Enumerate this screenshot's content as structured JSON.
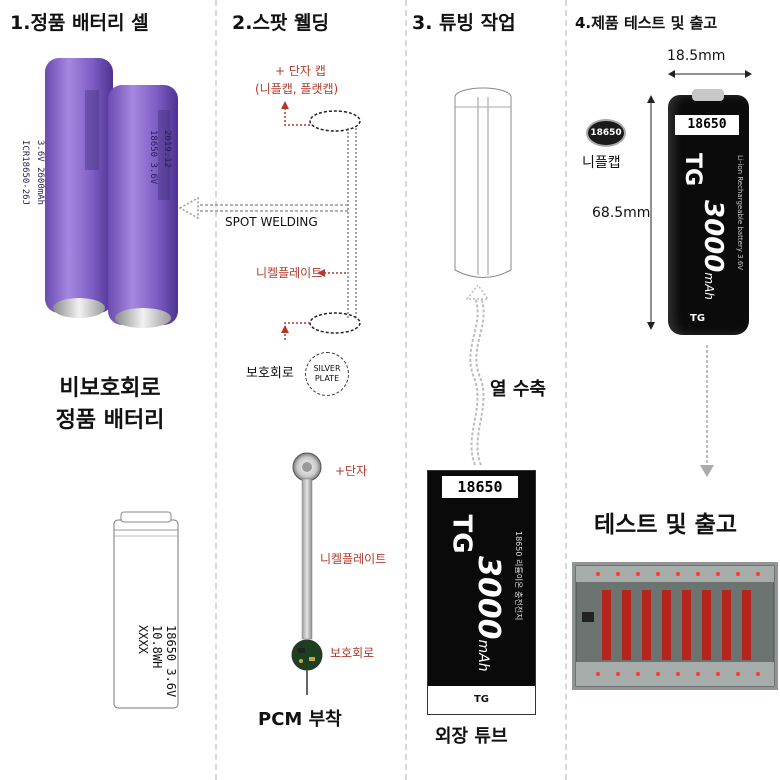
{
  "columns": [
    {
      "heading": "1.정품 배터리 셀"
    },
    {
      "heading": "2.스팟 웰딩"
    },
    {
      "heading": "3. 튜빙 작업"
    },
    {
      "heading": "4.제품 테스트 및 출고"
    }
  ],
  "col1": {
    "cell_a_text": [
      "ICR18650-26J",
      "3.6V  2600mAh"
    ],
    "cell_b_text": [
      "18650  3.6V",
      "2019.12"
    ],
    "caption_line1": "비보호회로",
    "caption_line2": "정품 배터리",
    "sketch_lines": [
      "18650 3.6V",
      "10.8WH",
      "XXXX"
    ]
  },
  "col2": {
    "cap_label_line1": "+ 단자 캡",
    "cap_label_line2": "(니플캡, 플랫캡)",
    "spot_welding": "SPOT WELDING",
    "nickel_plate": "니켈플레이트",
    "pcm_label": "보호회로",
    "silver_plate_line1": "SILVER",
    "silver_plate_line2": "PLATE",
    "terminal_label": "+단자",
    "nickel_plate_2": "니켈플레이트",
    "pcm_label_2": "보호회로",
    "caption": "PCM 부착"
  },
  "col3": {
    "heat_shrink": "열 수축",
    "tube_model": "18650",
    "tube_brand": "TG",
    "tube_capacity": "3000",
    "tube_unit": "mAh",
    "tube_desc": "18650 리튬이온 충전전지",
    "caption": "외장 튜브"
  },
  "col4": {
    "width_label": "18.5mm",
    "height_label": "68.5mm",
    "nipple_model": "18650",
    "nipple_cap": "니플캡",
    "battery_model": "18650",
    "battery_brand": "TG",
    "battery_capacity": "3000",
    "battery_unit": "mAh",
    "battery_desc": "Li-ion Rechargeable battery 3.6V",
    "test_title": "테스트 및 출고"
  }
}
